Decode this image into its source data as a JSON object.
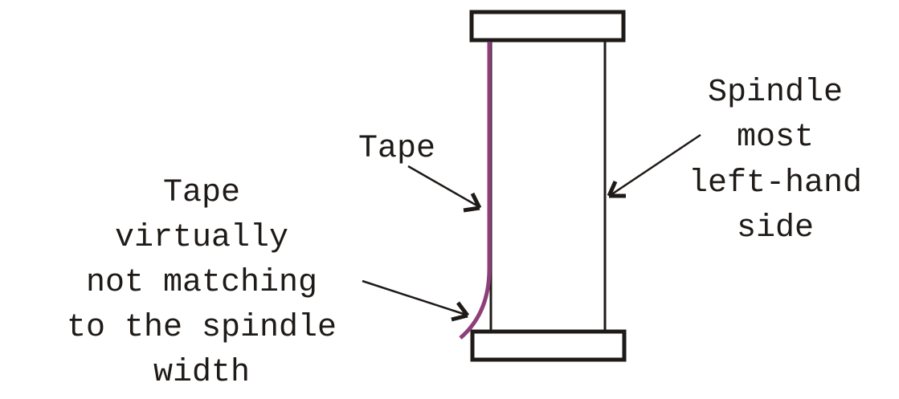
{
  "colors": {
    "ink": "#1e1a17",
    "tape": "#8e3f7a",
    "background": "#ffffff"
  },
  "labels": {
    "tape": "Tape",
    "spindle": [
      "Spindle",
      "most",
      "left-hand",
      "side"
    ],
    "mismatch": [
      "Tape",
      "virtually",
      "not matching",
      "to the spindle",
      "width"
    ]
  }
}
